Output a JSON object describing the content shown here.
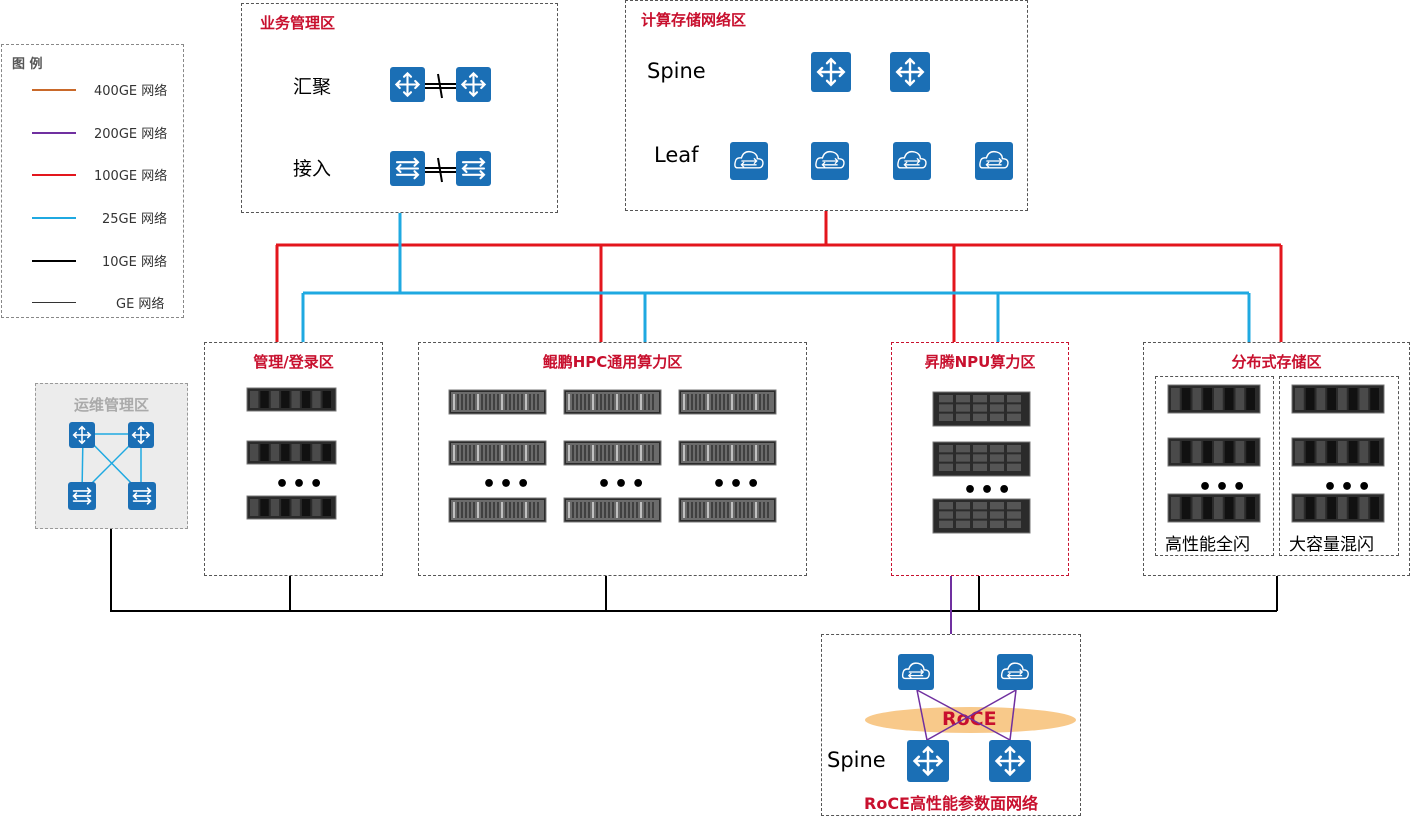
{
  "legend": {
    "title": "图 例",
    "items": [
      {
        "label": "400GE 网络",
        "color": "#c9692a"
      },
      {
        "label": "200GE 网络",
        "color": "#7030a0"
      },
      {
        "label": "100GE 网络",
        "color": "#e3161d"
      },
      {
        "label": "25GE 网络",
        "color": "#1fa9e1"
      },
      {
        "label": "10GE 网络",
        "color": "#000000"
      },
      {
        "label": "GE  网络",
        "color": "#333333"
      }
    ]
  },
  "zones": {
    "business": {
      "title": "业务管理区",
      "agg_label": "汇聚",
      "access_label": "接入"
    },
    "compute_storage_net": {
      "title": "计算存储网络区",
      "spine_label": "Spine",
      "leaf_label": "Leaf"
    },
    "ops": {
      "title": "运维管理区"
    },
    "mgmt_login": {
      "title": "管理/登录区",
      "ellipsis": "•••"
    },
    "kunpeng": {
      "title": "鲲鹏HPC通用算力区",
      "ellipsis": "•••"
    },
    "ascend": {
      "title": "昇腾NPU算力区",
      "ellipsis": "•••"
    },
    "storage": {
      "title": "分布式存储区",
      "ellipsis": "•••",
      "sub_flash": "高性能全闪",
      "sub_hybrid": "大容量混闪"
    },
    "roce": {
      "title": "RoCE高性能参数面网络",
      "ellipse_label": "RoCE",
      "spine_label": "Spine"
    }
  },
  "colors": {
    "red_line": "#e3161d",
    "blue_line": "#1fa9e1",
    "purple_line": "#7030a0",
    "black_line": "#000000",
    "device_blue": "#1b6fb5",
    "zone_title": "#c8102e",
    "roce_ellipse": "#f8c98a"
  },
  "icons": [
    "router-icon",
    "switch-icon",
    "cloud-switch-icon",
    "server-icon",
    "npu-server-icon",
    "storage-server-icon"
  ]
}
